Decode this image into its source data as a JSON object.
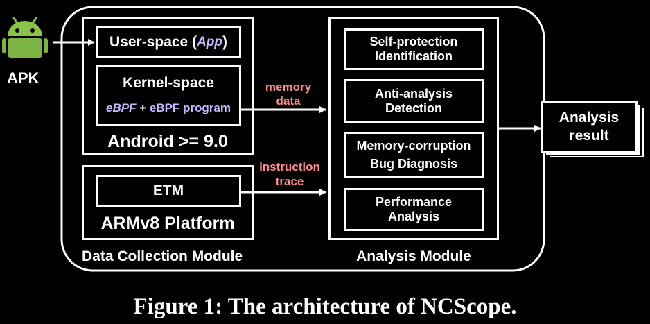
{
  "apk_label": "APK",
  "dcm": {
    "label": "Data Collection Module",
    "user_space": {
      "prefix": "User-space (",
      "app": "App",
      "suffix": ")"
    },
    "kernel_space": "Kernel-space",
    "ebpf": {
      "ebpf": "eBPF",
      "plus": " + ",
      "program": "eBPF program"
    },
    "android": "Android >= 9.0",
    "etm": "ETM",
    "armv8": "ARMv8 Platform"
  },
  "arrows": {
    "memory_data": [
      "memory",
      "data"
    ],
    "instruction_trace": [
      "instruction",
      "trace"
    ]
  },
  "analysis_module": {
    "label": "Analysis Module",
    "items": [
      [
        "Self-protection",
        "Identification"
      ],
      [
        "Anti-analysis",
        "Detection"
      ],
      [
        "Memory-corruption",
        "Bug Diagnosis"
      ],
      [
        "Performance",
        "Analysis"
      ]
    ]
  },
  "result": [
    "Analysis",
    "result"
  ],
  "caption": "Figure 1: The architecture of NCScope.",
  "colors": {
    "background": "#000000",
    "stroke": "#ffffff",
    "arrow_label": "#ff8a8a",
    "italic_accent": "#c9b8ff",
    "android_green": "#8bc34a"
  }
}
